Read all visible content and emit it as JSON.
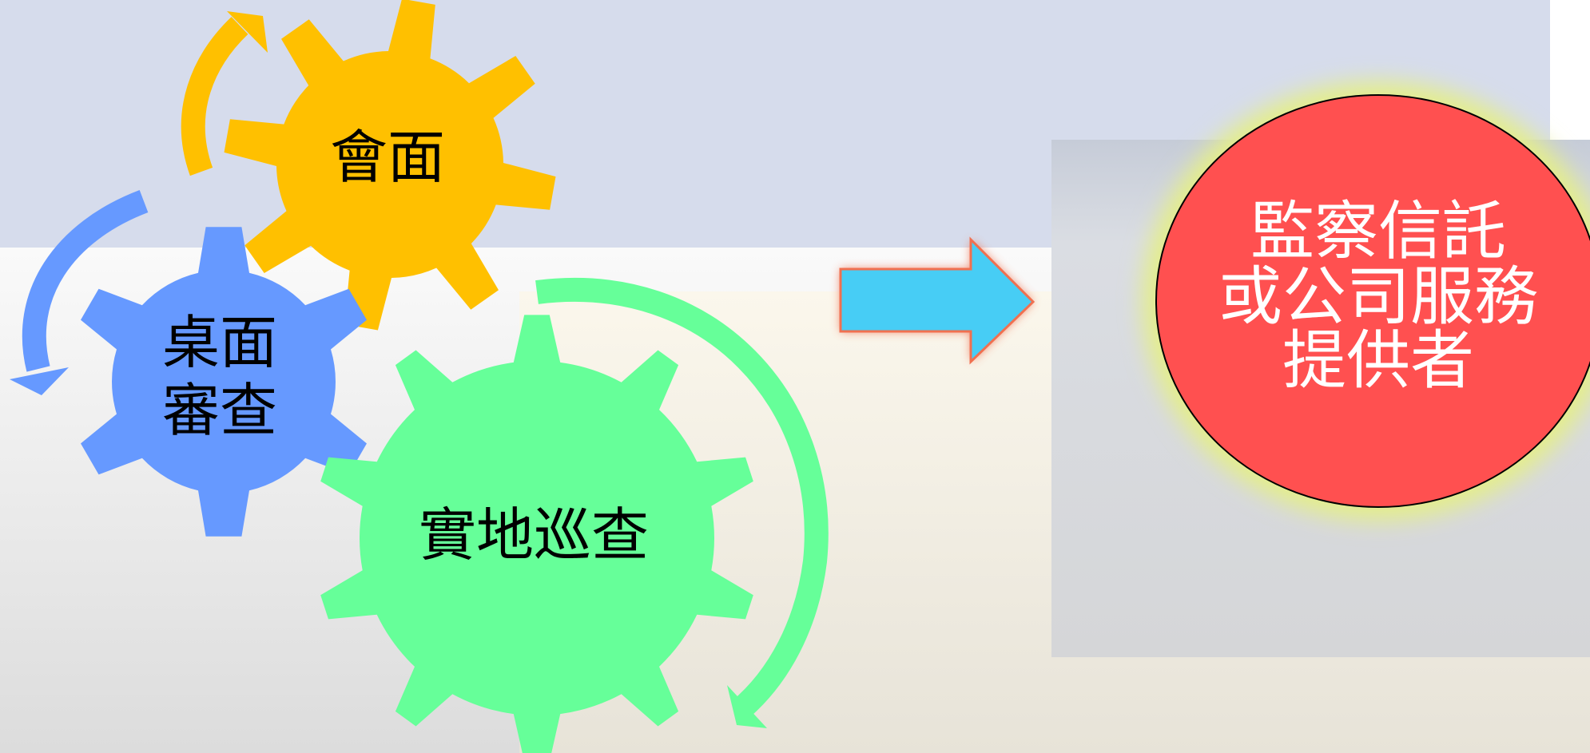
{
  "diagram": {
    "gears": [
      {
        "id": "meeting",
        "label": "會面",
        "color": "#FFC000"
      },
      {
        "id": "desk-review",
        "label_lines": [
          "桌面",
          "審查"
        ],
        "color": "#6699FF"
      },
      {
        "id": "site-inspection",
        "label": "實地巡查",
        "color": "#66FF99"
      }
    ],
    "target": {
      "lines": [
        "監察信託",
        "或公司服務",
        "提供者"
      ],
      "fill": "#FF5050",
      "glow": "#E4EE8A"
    },
    "arrow_color": "#47CDF5",
    "arrow_glow": "#F07050",
    "colors": {
      "band_top": "#D6DCEC",
      "band_mid": "#F5F5F5",
      "right_panel": "#CDD3DC"
    }
  }
}
